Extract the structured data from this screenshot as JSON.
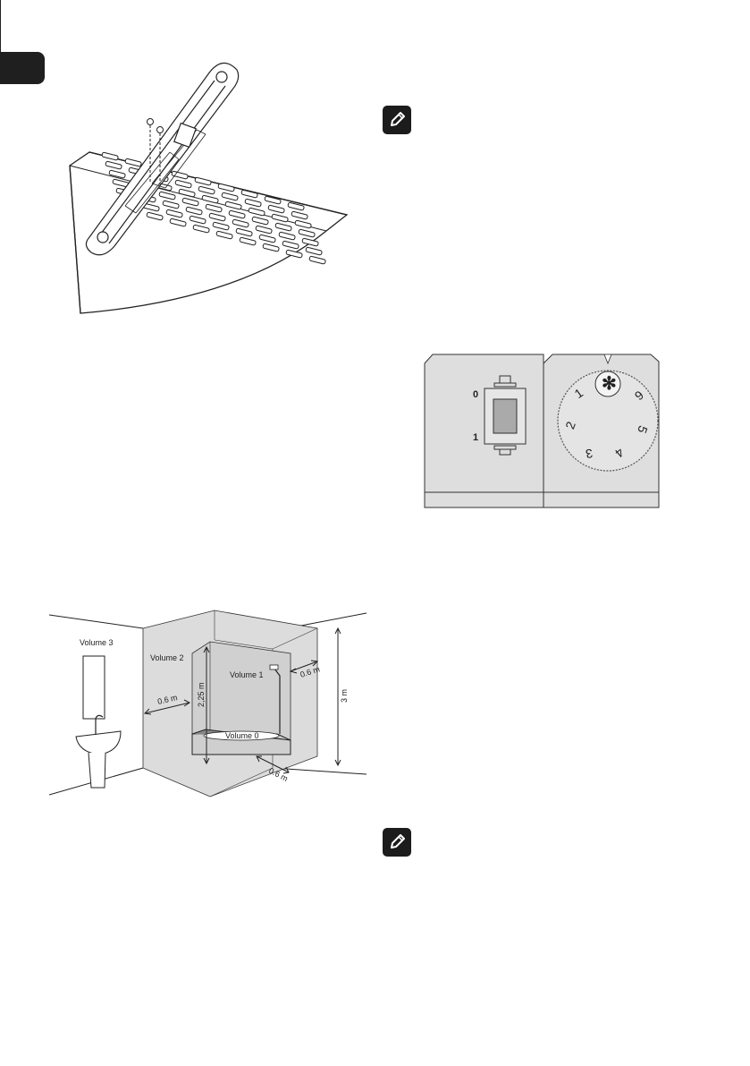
{
  "page": {
    "language_tab": "",
    "note_icons": [
      "pencil-note-icon",
      "pencil-note-icon"
    ]
  },
  "control_panel": {
    "switch_on_label": "0",
    "switch_off_label": "1",
    "dial_numbers": [
      "1",
      "2",
      "3",
      "4",
      "5",
      "6"
    ],
    "dial_frost_symbol": "✻"
  },
  "bathroom_zones": {
    "volume_3_label": "Volume 3",
    "volume_2_label": "Volume 2",
    "volume_1_label": "Volume 1",
    "volume_0_label": "Volume 0",
    "height_shower_label": "2,25 m",
    "height_room_label": "3 m",
    "distance_left_label": "0.6 m",
    "distance_right_label": "0.6 m",
    "distance_front_label": "0.6 m"
  },
  "colors": {
    "ink": "#1a1a1a",
    "panel_gray": "#d9d9d9",
    "zone_gray": "#dcdcdc",
    "zone_dark": "#c4c4c4"
  }
}
